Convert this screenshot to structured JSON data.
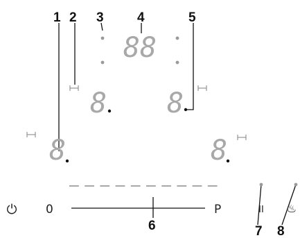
{
  "callouts": [
    "1",
    "2",
    "3",
    "4",
    "5",
    "6",
    "7",
    "8"
  ],
  "central_display": {
    "digits": "88"
  },
  "zones": [
    {
      "digit": "8"
    },
    {
      "digit": "8"
    },
    {
      "digit": "8"
    },
    {
      "digit": "8"
    }
  ],
  "slider": {
    "min_label": "0",
    "max_label": "P",
    "segment_count": 10
  },
  "controls": {
    "power_glyph": "⏻",
    "pause_glyph": "II",
    "keep_warm_glyph": "♨"
  },
  "colors": {
    "segment": "#a8a8a8",
    "indicator": "#9a9a9a",
    "line": "#111111"
  }
}
